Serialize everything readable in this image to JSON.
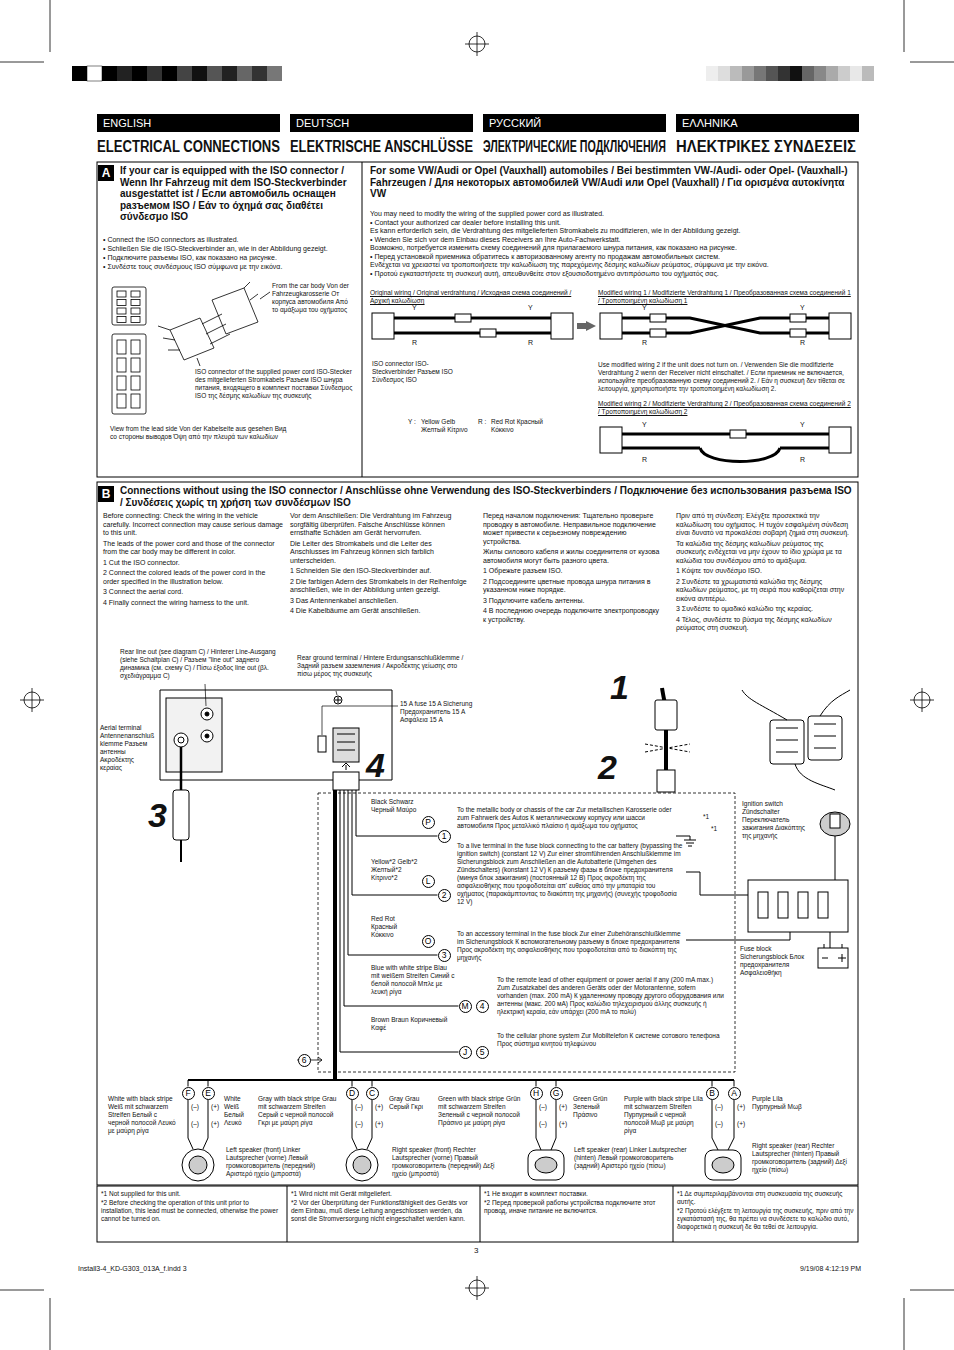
{
  "diagram": {
    "nodes": [
      {
        "text": [
          "ENGLISH"
        ]
      },
      {
        "text": [
          "DEUTSCH"
        ]
      },
      {
        "text": [
          "РУССКИЙ"
        ]
      },
      {
        "text": [
          "ΕΛΛΗΝΙΚΑ"
        ]
      },
      {
        "text": [
          "A"
        ]
      },
      {
        "text": [
          "Original wiring / Original verdrahtung / Исходная схема соединений / Αρχική καλωδίωση"
        ]
      },
      {
        "text": [
          "Modified wiring 1 / Modifizierte Verdrahtung 1 / Преобразованная схема соединений 1 / Τροποποιημένη καλωδίωση 1"
        ]
      },
      {
        "text": [
          "Modified wiring 2 / Modifizierte Verdrahtung 2 / Преобразованная схема соединений 2 / Τροποποιημένη καλωδίωση 2"
        ]
      },
      {
        "text": [
          "B"
        ]
      },
      {
        "text": [
          "P"
        ]
      },
      {
        "text": [
          "1"
        ]
      },
      {
        "text": [
          "L"
        ]
      },
      {
        "text": [
          "2"
        ]
      },
      {
        "text": [
          "O"
        ]
      },
      {
        "text": [
          "3"
        ]
      },
      {
        "text": [
          "M"
        ]
      },
      {
        "text": [
          "4"
        ]
      },
      {
        "text": [
          "J"
        ]
      },
      {
        "text": [
          "5"
        ]
      },
      {
        "text": [
          "6"
        ]
      },
      {
        "text": [
          "F"
        ]
      },
      {
        "text": [
          "E"
        ]
      },
      {
        "text": [
          "D"
        ]
      },
      {
        "text": [
          "C"
        ]
      },
      {
        "text": [
          "H"
        ]
      },
      {
        "text": [
          "G"
        ]
      },
      {
        "text": [
          "B"
        ]
      },
      {
        "text": [
          "A"
        ]
      }
    ],
    "edges": [
      {
        "from": 5,
        "to": 6,
        "arrow": "to"
      }
    ],
    "labels": [
      "ELECTRICAL CONNECTIONS",
      "ELEKTRISCHE ANSCHLÜSSE",
      "ЭЛЕКТРИЧЕСКИЕ ПОДКЛЮЧЕНИЯ",
      "ΗΛΕΚΤΡΙΚΕΣ ΣΥΝΔΕΣΕΙΣ",
      "If your car is equipped with the ISO connector / Wenn Ihr Fahrzeug mit dem ISO-Steckverbinder ausgestattet ist / Если автомобиль оснащен разъемом ISO / Εάν το όχημά σας διαθέτει σύνδεσμο ISO",
      "• Connect the ISO connectors as illustrated.",
      "• Schließen Sie die ISO-Steckverbinder an, wie in der Abbildung gezeigt.",
      "• Подключите разъемы ISO, как показано на рисунке.",
      "• Συνδέστε τους συνδέσμους ISO σύμφωνα με την εικόνα.",
      "From the car body Von der Fahrzeugkarosserie От корпуса автомобиля Από το αμάξωμα του οχήματος",
      "ISO connector of the supplied power cord ISO-Stecker des mitgelieferten Stromkabels Разъем ISO шнура питания, входящего в комплект поставки Σύνδεσμος ISO της δέσμης καλωδίων της συσκευής",
      "View from the lead side Von der Kabelseite aus gesehen Вид со стороны выводов Όψη από την πλευρά των καλωδίων",
      "For some VW/Audi or Opel (Vauxhall) automobiles / Bei bestimmten VW-/Audi- oder Opel- (Vauxhall-) Fahrzeugen / Для некоторых автомобилей VW/Audi или Opel (Vauxhall) / Για ορισμένα αυτοκίνητα VW",
      "You may need to modify the wiring of the supplied power cord as illustrated.",
      "• Contact your authorized car dealer before installing this unit.",
      "Es kann erforderlich sein, die Verdrahtung des mitgelieferten Stromkabels zu modifizieren, wie in der Abbildung gezeigt.",
      "• Wenden Sie sich vor dem Einbau dieses Receivers an Ihre Auto-Fachwerkstatt.",
      "Возможно, потребуется изменить схему соединений для прилагаемого шнура питания, как показано на рисунке.",
      "• Перед установкой приемника обратитесь к авторизованному агенту по продажам автомобильных систем.",
      "Ενδέχεται να χρειαστεί να τροποποιήσετε την καλωδίωση της παρεχόμενης δέσμης καλωδίων ρεύματος, σύμφωνα με την εικόνα.",
      "• Προτού εγκαταστήσετε τη συσκευή αυτή, απευθυνθείτε στον εξουσιοδοτημένο αντιπρόσωπο του οχήματός σας.",
      "Y",
      "Y",
      "R",
      "R",
      "ISO connector ISO-Steckverbinder Разъем ISO Σύνδεσμος ISO",
      "Y",
      "Y",
      "R",
      "R",
      "Use modified wiring 2 if the unit does not turn on. / Verwenden Sie die modifizierte Verdrahtung 2 wenn der Receiver nicht einschaltet. / Если приемник не включается, используйте преобразованную схему соединений 2. / Εάν η συσκευή δεν τίθεται σε λειτουργία, χρησιμοποιήστε την τροποποιημένη καλωδίωση 2.",
      "Y :",
      "Yellow Gelb Желтый Κίτρινο",
      "R :",
      "Red Rot Красный Κόκκινο",
      "Y",
      "Y",
      "R",
      "R",
      "Connections without using the ISO connector / Anschlüsse ohne Verwendung des ISO-Steckverbinders / Подключение без использования разъема ISO / Συνδέσεις χωρίς τη χρήση των συνδέσμων ISO",
      "Before connecting: Check the wiring in the vehicle carefully. Incorrect connection may cause serious damage to this unit.",
      "The leads of the power cord and those of the connector from the car body may be different in color.",
      "1 Cut the ISO connector.",
      "2 Connect the colored leads of the power cord in the order specified in the illustration below.",
      "3 Connect the aerial cord.",
      "4 Finally connect the wiring harness to the unit.",
      "Vor dem Anschließen: Die Verdrahtung im Fahrzeug sorgfältig überprüfen. Falsche Anschlüsse können ernsthafte Schäden am Gerät hervorrufen.",
      "Die Leiter des Stromkabels und die Leiter des Anschlusses im Fahrzeug können sich farblich unterscheiden.",
      "1 Schneiden Sie den ISO-Steckverbinder auf.",
      "2 Die farbigen Adern des Stromkabels in der Reihenfolge anschließen, wie in der Abbildung unten gezeigt.",
      "3 Das Antennenkabel anschließen.",
      "4 Die Kabelbäume am Gerät anschließen.",
      "Перед началом подключения: Тщательно проверьте проводку в автомобиле. Неправильное подключение может привести к серьезному повреждению устройства.",
      "Жилы силового кабеля и жилы соединителя от кузова автомобиля могут быть разного цвета.",
      "1 Обрежьте разъем ISO.",
      "2 Подсоедините цветные провода шнура питания в указанном ниже порядке.",
      "3 Подключите кабель антенны.",
      "4 В последнюю очередь подключите электропроводку к устройству.",
      "Πριν από τη σύνδεση: Ελέγξτε προσεκτικά την καλωδίωση του οχήματος. Η τυχόν εσφαλμένη σύνδεση είναι δυνατό να προκαλέσει σοβαρή ζημιά στη συσκευή.",
      "Τα καλώδια της δέσμης καλωδίων ρεύματος της συσκευής ενδέχεται να μην έχουν το ίδιο χρώμα με τα καλώδια του συνδέσμου από το αμάξωμα.",
      "1 Κόψτε τον συνδέσμο ISO.",
      "2 Συνδέστε τα χρωματιστά καλώδια της δέσμης καλωδίων ρεύματος, με τη σειρά που καθορίζεται στην εικόνα αντιτέρω.",
      "3 Συνδέστε το ομαδικό καλώδιο της κεραίας.",
      "4 Τέλος, συνδέστε το βύσμα της δέσμης καλωδίων ρεύματος στη συσκευή.",
      "Rear line out (see diagram C) / Hinterer Line-Ausgang (siehe Schaltplan C) / Разъем \"line out\" заднего динамика (см. схему C) / Πίσω έξοδος line out (βλ. σχεδιάγραμμα C)",
      "Rear ground terminal / Hintere Erdungsanschlußklemme / Задний разъем заземления / Ακροδέκτης γείωσης στο πίσω μέρος της συσκευής",
      "Aerial terminal Antennenanschlußklemme Разъем антенны Ακροδέκτης κεραίας",
      "15 A fuse 15 A Sicherung Предохранитель 15 A Ασφάλεια 15 A",
      "1",
      "2",
      "3",
      "4",
      "Black Schwarz Черный Μαύρο",
      "To the metallic body or chassis of the car Zur metallischen Karosserie oder zum Fahrwerk des Autos К металлическому корпусу или шасси автомобиля Προς μεταλλικό πλαίσιο ή αμάξωμα του οχήματος",
      "Yellow*2 Gelb*2 Желтый*2 Κίτρινο*2",
      "To a live terminal in the fuse block connecting to the car battery (bypassing the ignition switch) (constant 12 V) Zur einer stromführenden Anschlußklemme im Sicherungsblock zum Anschließen an die Autobatterie (Umgehen des Zündschalters) (konstant 12 V) К разъему фазы в блоке предохранителя (минуя блок зажигания) (постоянный 12 В) Προς ακροδέκτη της ασφαλειοθήκης που τροφοδοτείται απ' ευθείας από την μπαταρία του οχήματος (παρακάμπτοντας το διακόπτη της μηχανής) (συνεχής τροφοδοσία 12 V)",
      "Red Rot Красный Κόκκινο",
      "To an accessory terminal in the fuse block Zur einer Zubehöranschlußklemme im Sicherungsblock К вспомогательному разъему в блоке предохранителя Προς ακροδέκτη της ασφαλειοθήκης που τροφοδοτείται από το διακόπτη της μηχανής",
      "Blue with white stripe Blau mit weißem Streifen Синий с белой полосой Μπλε με λευκή ρίγα",
      "To the remote lead of other equipment or power aerial if any (200 mA max.) Zum Zusatzkabel des anderen Geräts oder der Motorantenne, sofern vorhanden (max. 200 mA) К удаленному проводу другого оборудования или антенны (макс. 200 мА) Προς καλώδιο τηλεχειρισμού άλλης συσκευής ή ηλεκτρική κεραία, εάν υπάρχει (200 mA το πολύ)",
      "Brown Braun Коричневый Καφέ",
      "To the cellular phone system Zur Mobiltelefon К системе сотового телефона Προς σύστημα κινητού τηλεφώνου",
      "Ignition switch Zündschalter Переключатель зажигания Διακόπτης της μηχανής",
      "*1",
      "*1",
      "Fuse block Sicherungsblock Блок предохранителя Ασφαλειοθήκη",
      "(–)",
      "(+)",
      "(–)",
      "(+)",
      "(–)",
      "(+)",
      "(–)",
      "(+)",
      "(–)",
      "(+)",
      "(–)",
      "(+)",
      "(–)",
      "(+)",
      "(–)",
      "(+)",
      "White with black stripe Weiß mit schwarzem Streifen Белый с черной полосой Λευκό με μαύρη ρίγα",
      "White Weiß Белый Λευκό",
      "Gray with black stripe Grau mit schwarzem Streifen Серый с черной полосой Γκρι με μαύρη ρίγα",
      "Gray Grau Серый Γκρι",
      "Green with black stripe Grün mit schwarzem Streifen Зеленый с черной полосой Πράσινο με μαύρη ρίγα",
      "Green Grün Зеленый Πράσινο",
      "Purple with black stripe Lila mit schwarzem Streifen Пурпурный с черной полосой Μωβ με μαύρη ρίγα",
      "Purple Lila Пурпурный Μωβ",
      "Left speaker (front) Linker Lautsprecher (vorne) Левый громкоговоритель (передний) Αριστερό ηχείο (μπροστά)",
      "Right speaker (front) Rechter Lautsprecher (vorne) Правый громкоговоритель (передний) Δεξί ηχείο (μπροστά)",
      "Left speaker (rear) Linker Lautsprecher (hinten) Левый громкоговоритель (задний) Αριστερό ηχείο (πίσω)",
      "Right speaker (rear) Rechter Lautsprecher (hinten) Правый громкоговоритель (задний) Δεξί ηχείο (πίσω)",
      "*1 Not supplied for this unit.",
      "*2 Before checking the operation of this unit prior to installation, this lead must be connected, otherwise the power cannot be turned on.",
      "*1 Wird nicht mit Gerät mitgeliefert.",
      "*2 Vor der Überprüfung der Funktionsfähigkeit des Geräts vor dem Einbau, muß diese Leitung angeschlossen werden, da sonst die Stromversorgung nicht eingeschaltet werden kann.",
      "*1 Не входит в комплект поставки.",
      "*2 Перед проверкой работы устройства подключите этот провод, иначе питание не включится.",
      "*1 Δε συμπεριλαμβάνονται στη συσκευασία της συσκευής αυτής.",
      "*2 Προτού ελέγξετε τη λειτουργία της συσκευής, πριν από την εγκατάστασή της, θα πρέπει να συνδέσετε το καλώδιο αυτό, διαφορετικά η συσκευή δε θα τεθεί σε λειτουργία.",
      "3",
      "Install3-4_KD-G303_013A_f.indd 3",
      "9/19/08 4:12:19 PM"
    ]
  }
}
